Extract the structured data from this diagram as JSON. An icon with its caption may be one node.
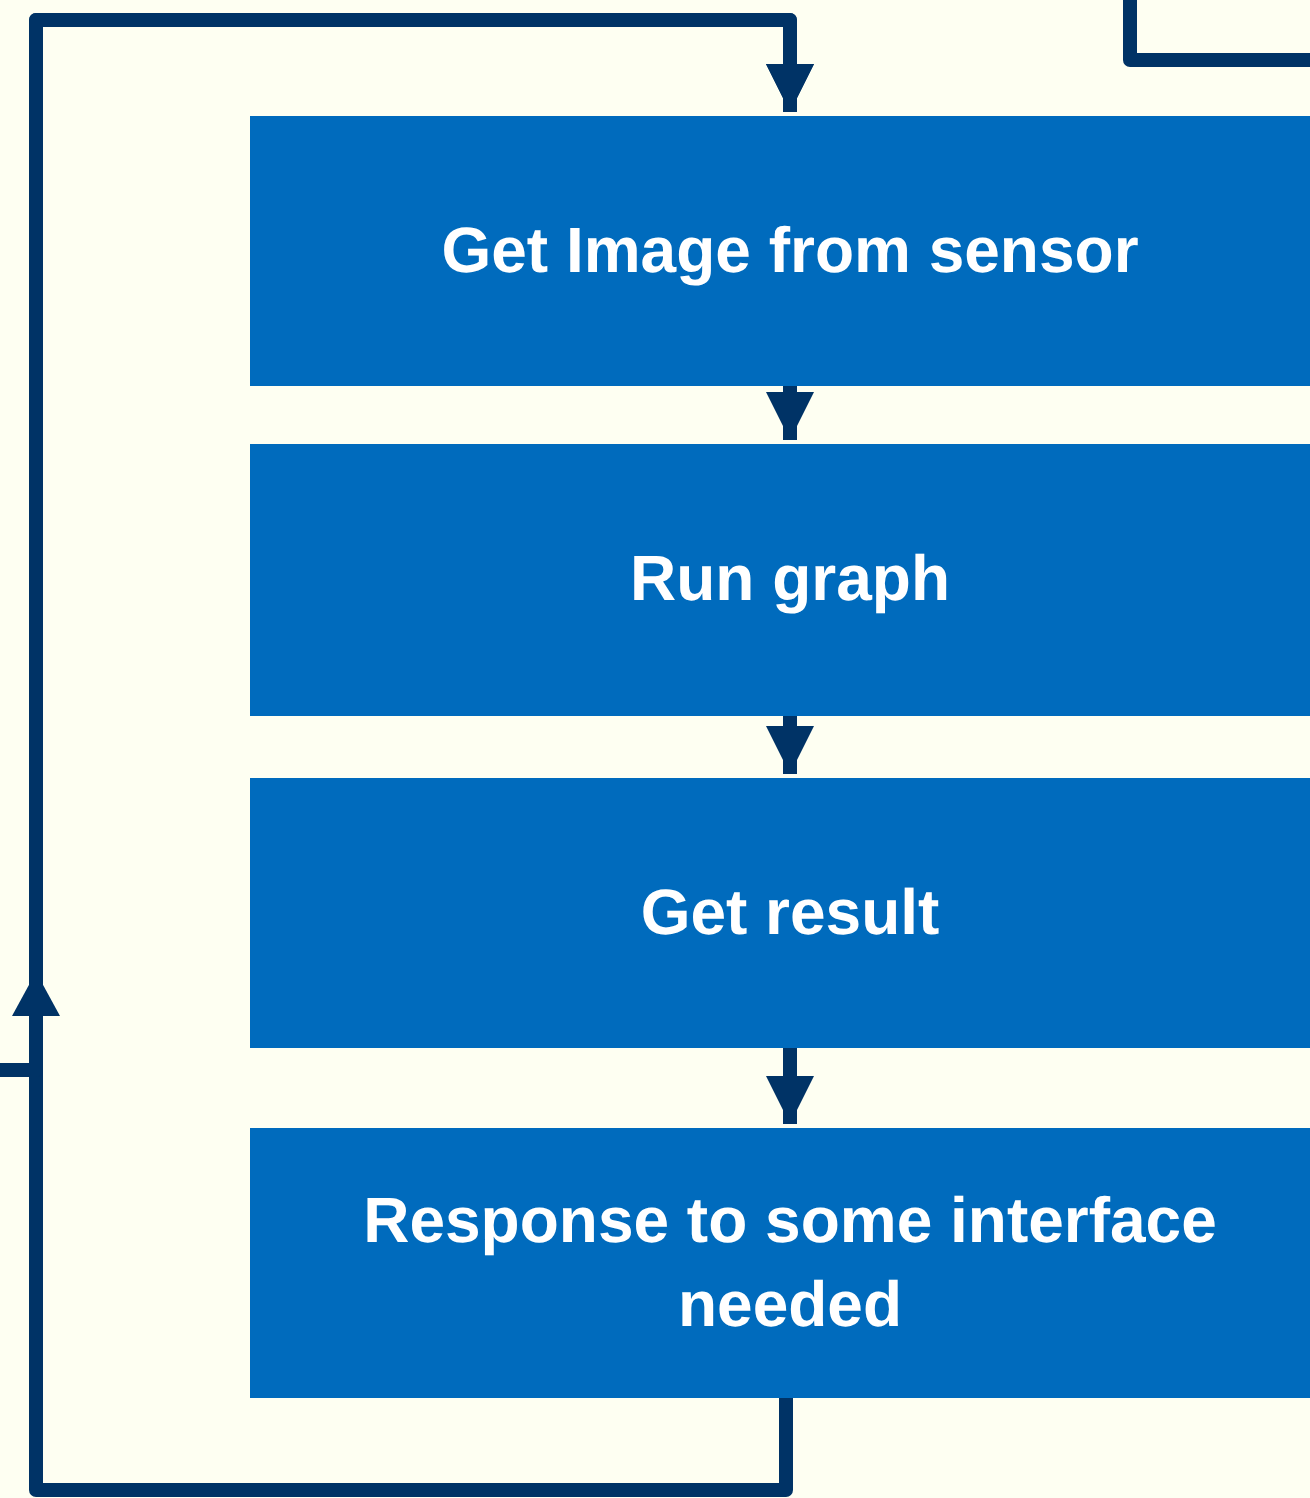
{
  "diagram": {
    "nodes": [
      {
        "text": [
          "Get Image from sensor"
        ]
      },
      {
        "text": [
          "Run graph"
        ]
      },
      {
        "text": [
          "Get result"
        ]
      },
      {
        "text": [
          "Response to some interface needed"
        ]
      }
    ],
    "edges": [
      {
        "from": 0,
        "to": 1,
        "arrow": "to"
      },
      {
        "from": 1,
        "to": 2,
        "arrow": "to"
      },
      {
        "from": 2,
        "to": 3,
        "arrow": "to"
      },
      {
        "from": 3,
        "to": 0,
        "arrow": "to"
      },
      {
        "from": null,
        "to": 0,
        "arrow": "to"
      }
    ]
  }
}
